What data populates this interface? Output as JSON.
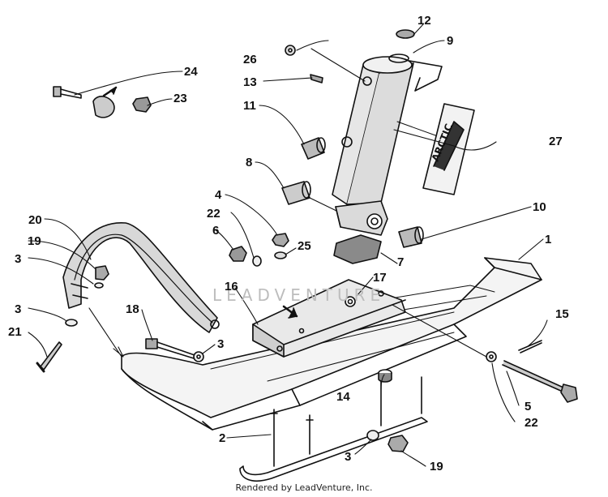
{
  "callouts": [
    {
      "id": "c12",
      "label": "12"
    },
    {
      "id": "c9",
      "label": "9"
    },
    {
      "id": "c26",
      "label": "26"
    },
    {
      "id": "c13",
      "label": "13"
    },
    {
      "id": "c24",
      "label": "24"
    },
    {
      "id": "c23",
      "label": "23"
    },
    {
      "id": "c11",
      "label": "11"
    },
    {
      "id": "c27",
      "label": "27"
    },
    {
      "id": "c8",
      "label": "8"
    },
    {
      "id": "c4",
      "label": "4"
    },
    {
      "id": "c10",
      "label": "10"
    },
    {
      "id": "c22a",
      "label": "22"
    },
    {
      "id": "c20",
      "label": "20"
    },
    {
      "id": "c6",
      "label": "6"
    },
    {
      "id": "c25",
      "label": "25"
    },
    {
      "id": "c1",
      "label": "1"
    },
    {
      "id": "c19a",
      "label": "19"
    },
    {
      "id": "c3a",
      "label": "3"
    },
    {
      "id": "c7",
      "label": "7"
    },
    {
      "id": "c16",
      "label": "16"
    },
    {
      "id": "c17",
      "label": "17"
    },
    {
      "id": "c18",
      "label": "18"
    },
    {
      "id": "c3b",
      "label": "3"
    },
    {
      "id": "c15",
      "label": "15"
    },
    {
      "id": "c21",
      "label": "21"
    },
    {
      "id": "c3c",
      "label": "3"
    },
    {
      "id": "c14",
      "label": "14"
    },
    {
      "id": "c5",
      "label": "5"
    },
    {
      "id": "c22b",
      "label": "22"
    },
    {
      "id": "c2",
      "label": "2"
    },
    {
      "id": "c3d",
      "label": "3"
    },
    {
      "id": "c19b",
      "label": "19"
    }
  ],
  "watermark": "LEADVENTURE",
  "footer": "Rendered by LeadVenture, Inc.",
  "decal_text": "ARCTIC"
}
